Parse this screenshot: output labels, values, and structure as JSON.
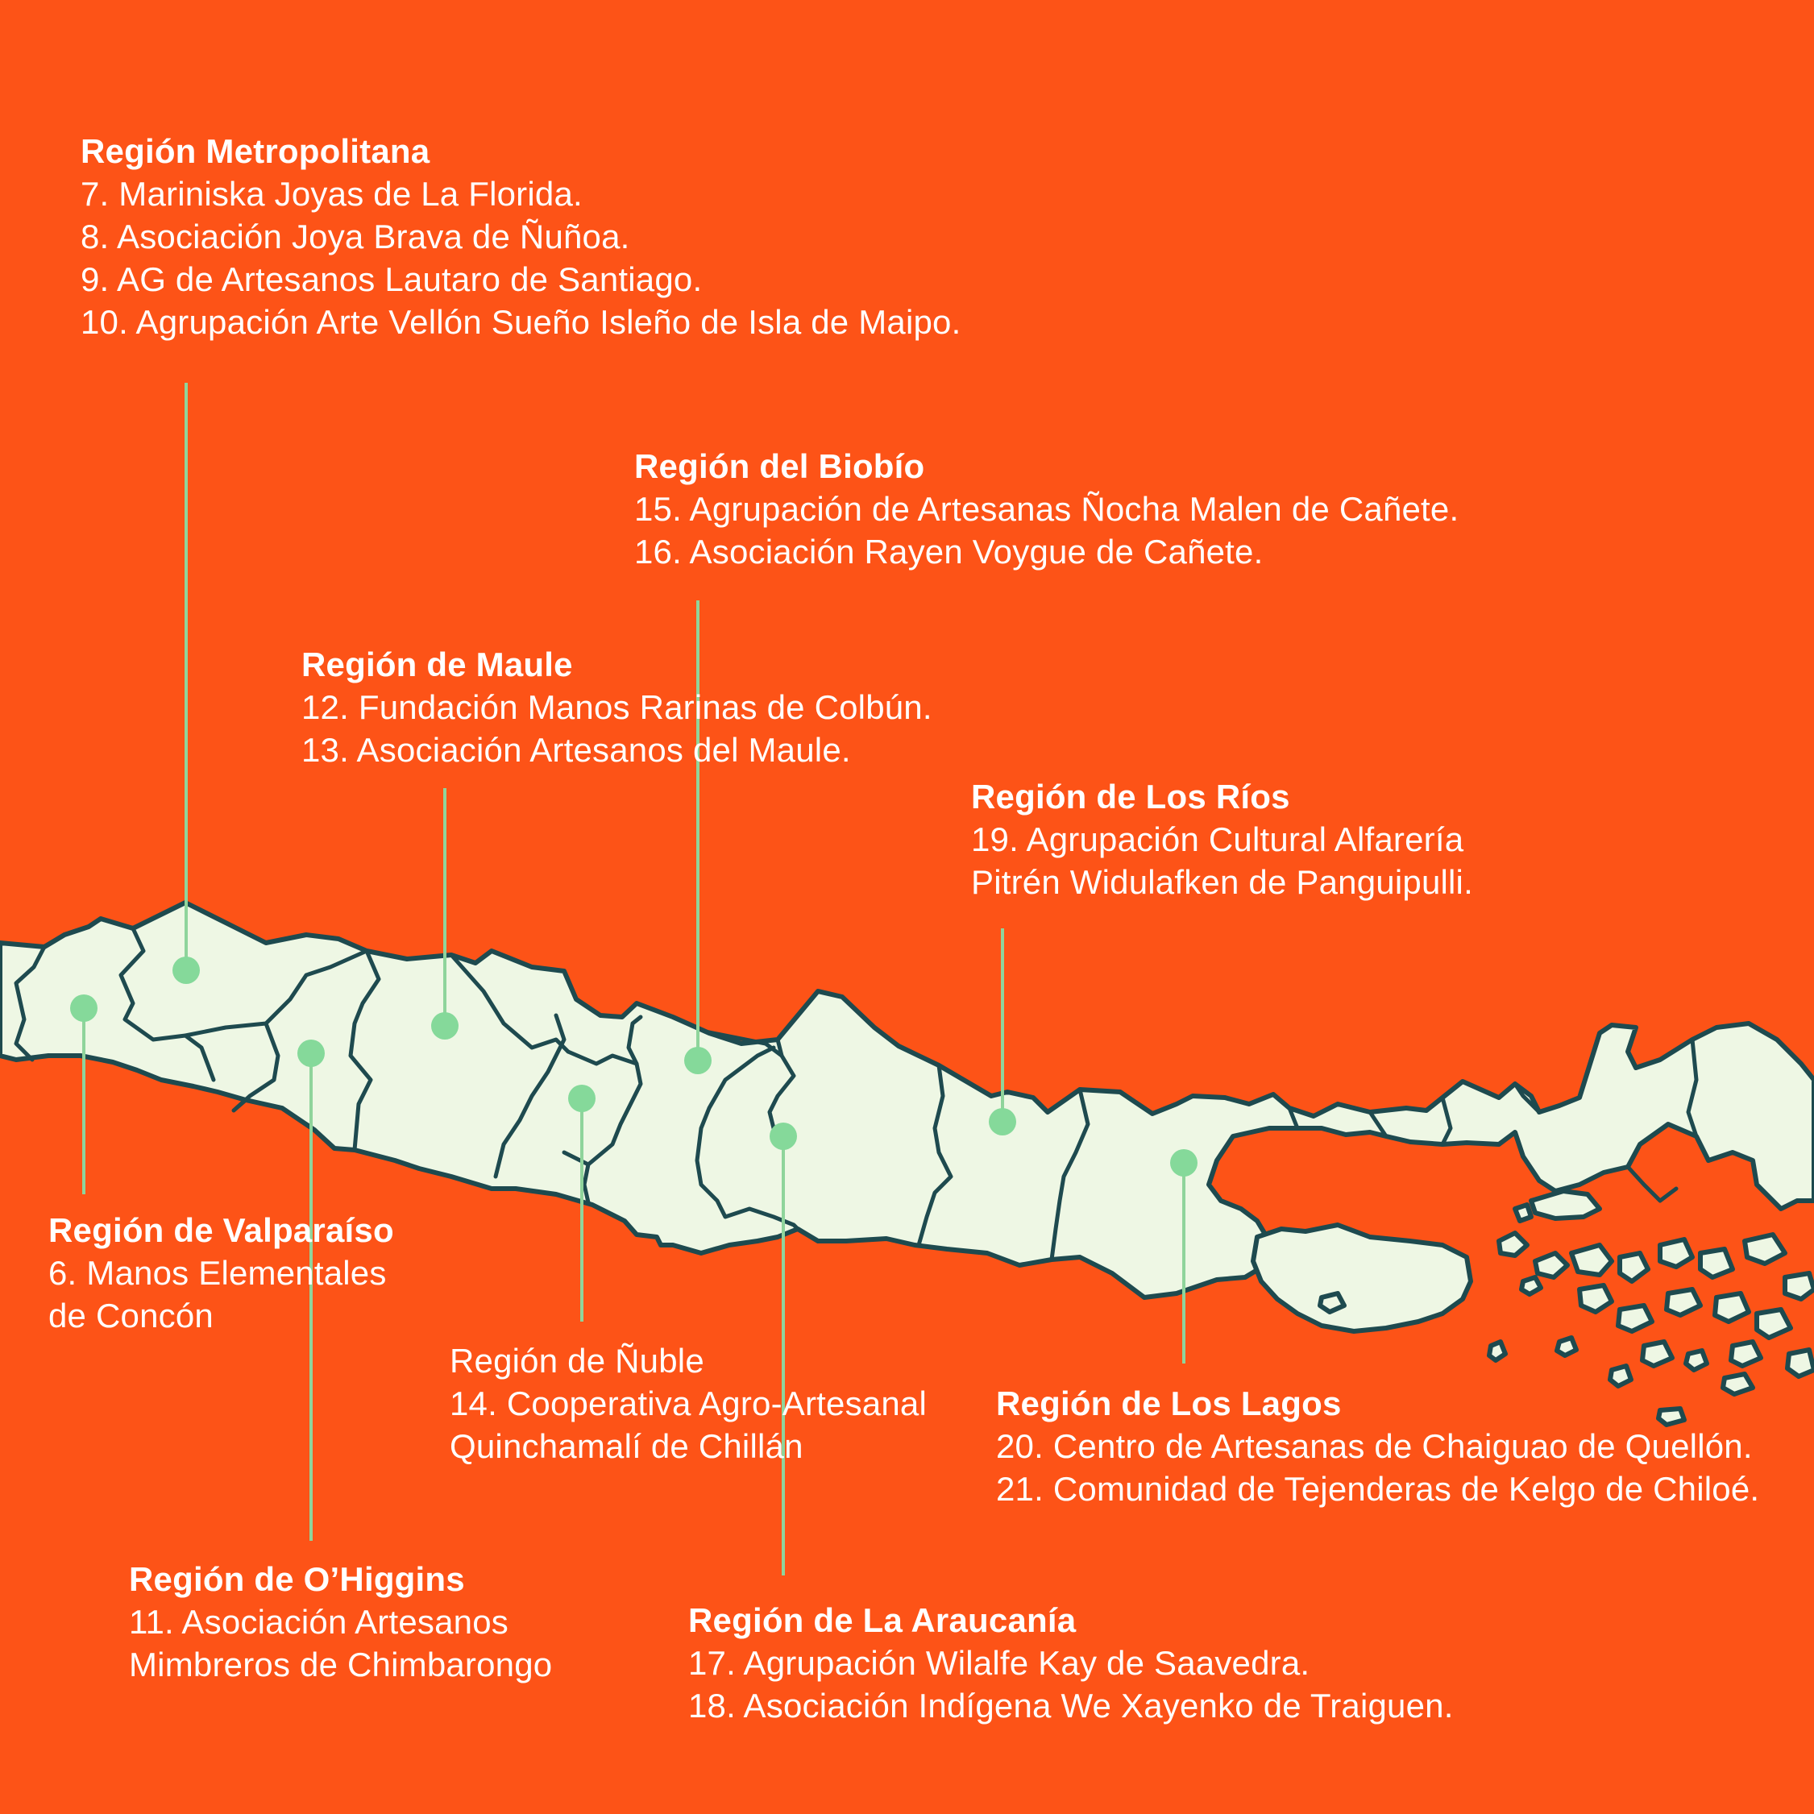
{
  "colors": {
    "background": "#fd5317",
    "land_fill": "#eef7e4",
    "border": "#1e4a4f",
    "marker": "#85d99a",
    "leader_line": "#8fd49b",
    "text": "#ffffff"
  },
  "regions": [
    {
      "id": "metropolitana",
      "title": "Región Metropolitana",
      "lines": [
        "7. Mariniska Joyas de La Florida.",
        "8. Asociación Joya Brava de Ñuñoa.",
        "9. AG de Artesanos Lautaro de Santiago.",
        "10. Agrupación Arte Vellón Sueño Isleño de Isla de Maipo."
      ]
    },
    {
      "id": "biobio",
      "title": "Región del Biobío",
      "lines": [
        "15. Agrupación de Artesanas Ñocha Malen de Cañete.",
        "16. Asociación Rayen Voygue de Cañete."
      ]
    },
    {
      "id": "maule",
      "title": "Región de Maule",
      "lines": [
        "12. Fundación Manos Rarinas de Colbún.",
        "13. Asociación Artesanos del Maule."
      ]
    },
    {
      "id": "los-rios",
      "title": "Región de Los Ríos",
      "lines": [
        "19. Agrupación Cultural Alfarería",
        "Pitrén Widulafken de Panguipulli."
      ]
    },
    {
      "id": "valparaiso",
      "title": "Región de Valparaíso",
      "lines": [
        "6. Manos Elementales",
        "de Concón"
      ]
    },
    {
      "id": "nuble",
      "title": "Región de Ñuble",
      "lines": [
        "14. Cooperativa Agro-Artesanal",
        "Quinchamalí de Chillán"
      ]
    },
    {
      "id": "los-lagos",
      "title": "Región de Los Lagos",
      "lines": [
        "20. Centro de Artesanas de Chaiguao de Quellón.",
        "21. Comunidad de Tejenderas de Kelgo de Chiloé."
      ]
    },
    {
      "id": "ohiggins",
      "title": "Región de O’Higgins",
      "lines": [
        "11. Asociación Artesanos",
        "Mimbreros de Chimbarongo"
      ]
    },
    {
      "id": "araucania",
      "title": "Región de La Araucanía",
      "lines": [
        "17. Agrupación Wilalfe Kay de Saavedra.",
        "18. Asociación Indígena We Xayenko de Traiguen."
      ]
    }
  ]
}
